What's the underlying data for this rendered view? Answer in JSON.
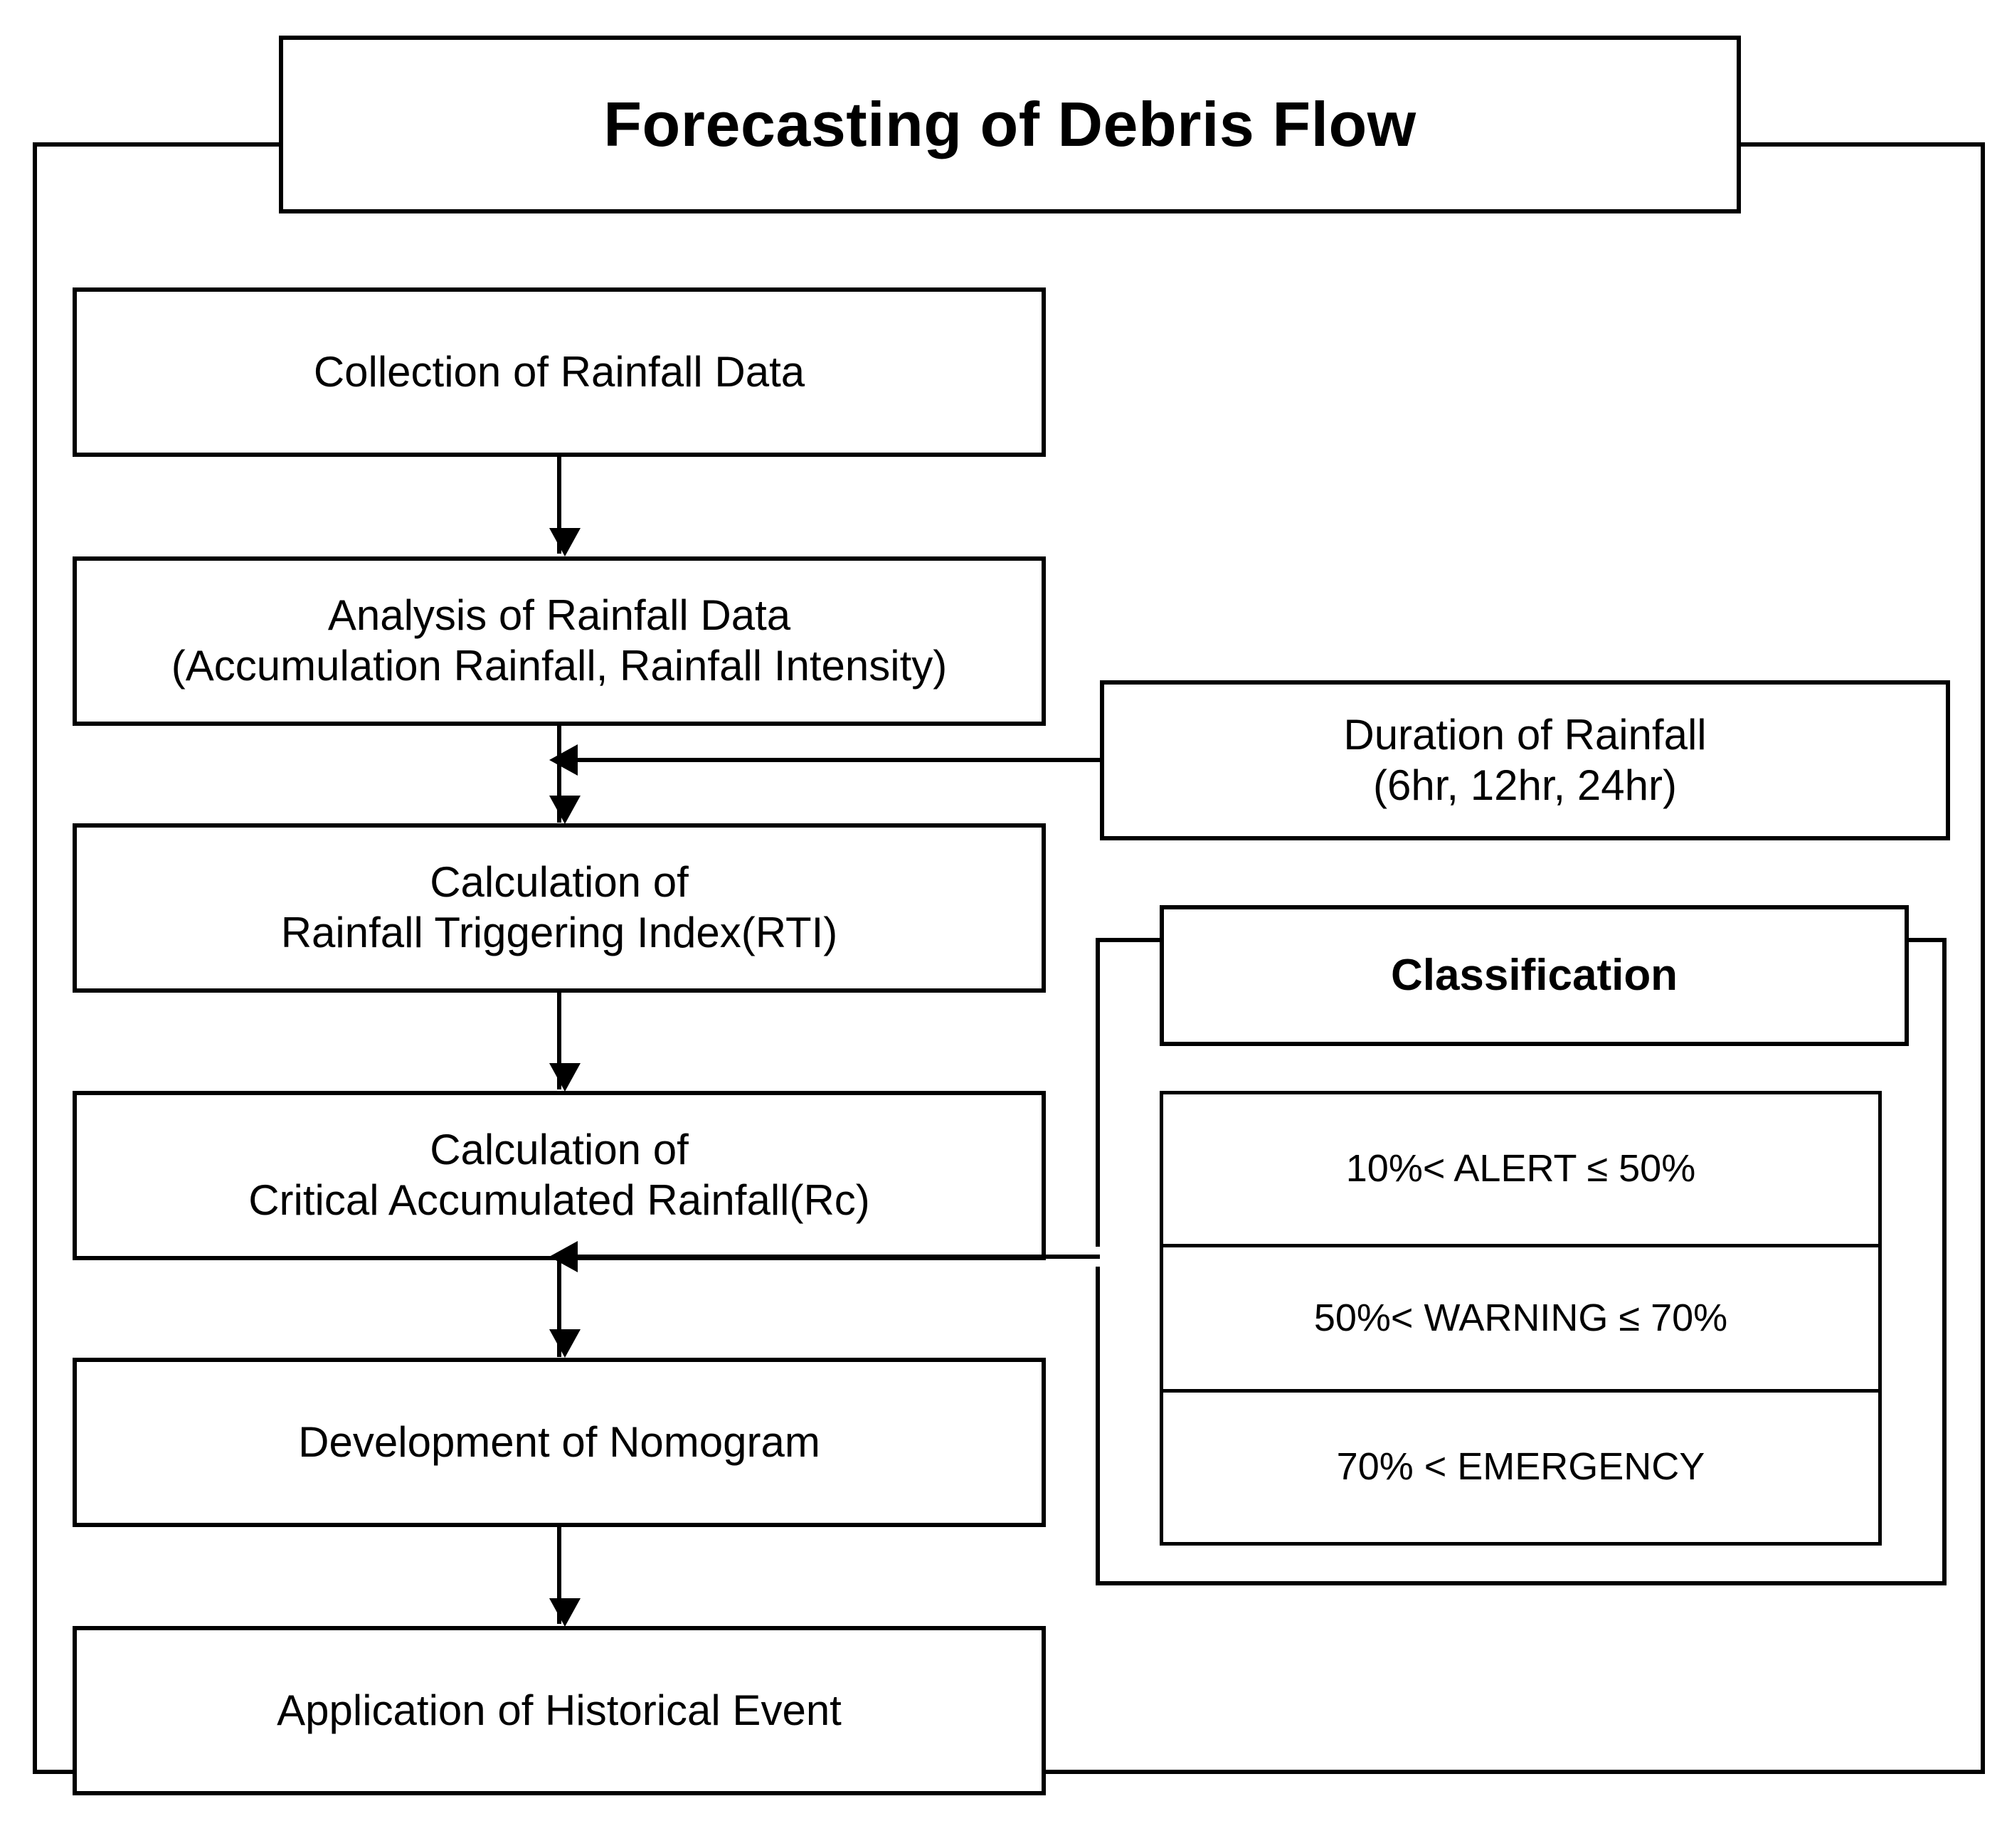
{
  "diagram": {
    "title": "Forecasting of Debris Flow",
    "outer_frame_label": "forecasting-process-frame",
    "accent_color": "#000000",
    "background_color": "#ffffff"
  },
  "main_flow": {
    "steps": [
      {
        "id": "collection",
        "line1": "Collection of Rainfall Data",
        "line2": ""
      },
      {
        "id": "analysis",
        "line1": "Analysis of Rainfall Data",
        "line2": "(Accumulation Rainfall, Rainfall Intensity)"
      },
      {
        "id": "rti",
        "line1": "Calculation of",
        "line2": "Rainfall Triggering Index(RTI)"
      },
      {
        "id": "rc",
        "line1": "Calculation of",
        "line2": "Critical Accumulated Rainfall(Rc)"
      },
      {
        "id": "nomogram",
        "line1": "Development of Nomogram",
        "line2": ""
      },
      {
        "id": "historical",
        "line1": "Application of Historical Event",
        "line2": ""
      }
    ]
  },
  "side": {
    "duration": {
      "line1": "Duration of Rainfall",
      "line2": "(6hr, 12hr, 24hr)"
    },
    "classification": {
      "heading": "Classification",
      "rows": [
        "10%< ALERT  ≤ 50%",
        "50%<  WARNING  ≤ 70%",
        "70%  <  EMERGENCY"
      ]
    }
  }
}
